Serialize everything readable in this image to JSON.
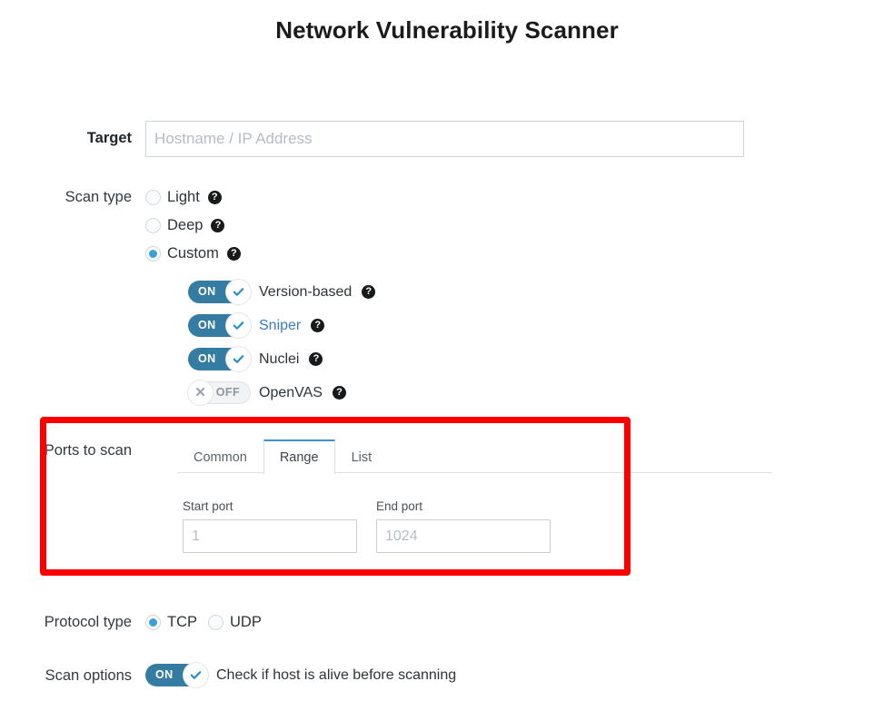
{
  "page": {
    "title": "Network Vulnerability Scanner"
  },
  "target": {
    "label": "Target",
    "placeholder": "Hostname / IP Address",
    "value": ""
  },
  "scan_type": {
    "label": "Scan type",
    "options": [
      {
        "label": "Light",
        "selected": false,
        "help": "help-icon"
      },
      {
        "label": "Deep",
        "selected": false,
        "help": "help-icon"
      },
      {
        "label": "Custom",
        "selected": true,
        "help": "help-icon"
      }
    ]
  },
  "custom_modules": [
    {
      "label": "Version-based",
      "state": "ON",
      "link": false
    },
    {
      "label": "Sniper",
      "state": "ON",
      "link": true
    },
    {
      "label": "Nuclei",
      "state": "ON",
      "link": false
    },
    {
      "label": "OpenVAS",
      "state": "OFF",
      "link": false
    }
  ],
  "ports": {
    "label": "Ports to scan",
    "tabs": [
      {
        "label": "Common",
        "active": false
      },
      {
        "label": "Range",
        "active": true
      },
      {
        "label": "List",
        "active": false
      }
    ],
    "start_port": {
      "label": "Start port",
      "placeholder": "1",
      "value": ""
    },
    "end_port": {
      "label": "End port",
      "placeholder": "1024",
      "value": ""
    }
  },
  "protocol": {
    "label": "Protocol type",
    "options": [
      {
        "label": "TCP",
        "selected": true
      },
      {
        "label": "UDP",
        "selected": false
      }
    ]
  },
  "scan_options": {
    "label": "Scan options",
    "toggle_state": "ON",
    "description": "Check if host is alive before scanning"
  },
  "colors": {
    "accent_blue": "#3aa0dc",
    "toggle_on": "#347ca1",
    "link_blue": "#3b7cc4",
    "highlight_red": "#fc0000",
    "tab_active_border": "#3f93d1"
  }
}
